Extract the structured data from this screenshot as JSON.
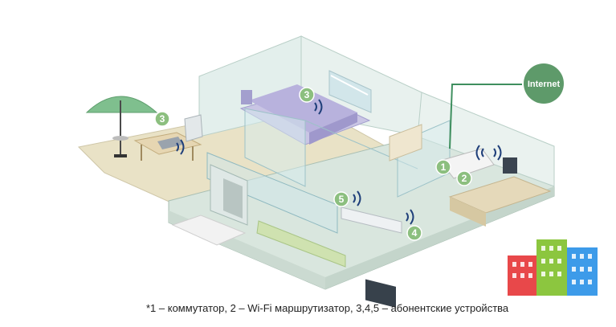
{
  "labels": {
    "internet": "Internet",
    "switch": "1",
    "router": "2",
    "device_bedroom": "3",
    "device_terrace": "3",
    "device_tv": "4",
    "device_console": "5"
  },
  "caption": "*1 – коммутатор, 2 – Wi-Fi маршрутизатор, 3,4,5 – абонентские устройства",
  "colors": {
    "marker": "#8cbf7f",
    "internet": "#5e9a6a",
    "cable": "#3f8f5f",
    "wifi": "#1f3f7a",
    "logo_red": "#e8484a",
    "logo_green": "#8cc63f",
    "logo_blue": "#3d9be9"
  },
  "icons": [
    "wifi-signal-icon",
    "building-logo-icon"
  ]
}
